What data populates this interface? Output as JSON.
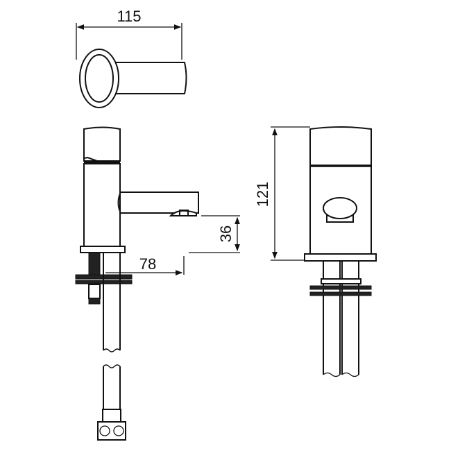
{
  "dimensions": {
    "width_top": "115",
    "height_front": "121",
    "base_clearance": "36",
    "spout_reach": "78"
  },
  "colors": {
    "line": "#111111",
    "background": "#ffffff"
  }
}
